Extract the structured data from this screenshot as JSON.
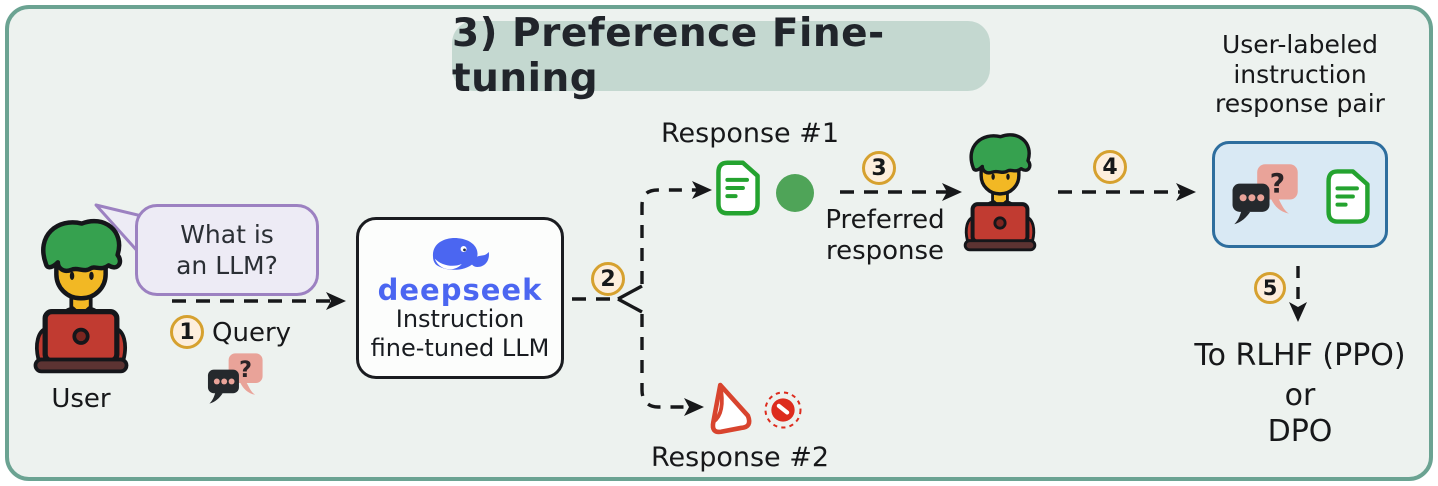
{
  "title": {
    "label": "3) Preference Fine-tuning"
  },
  "user1": {
    "label": "User",
    "speech": "What is an LLM?"
  },
  "steps": {
    "s1": {
      "num": "1",
      "label": "Query"
    },
    "s2": {
      "num": "2"
    },
    "s3": {
      "num": "3",
      "label": "Preferred response"
    },
    "s4": {
      "num": "4"
    },
    "s5": {
      "num": "5"
    }
  },
  "model": {
    "brand": "deepseek",
    "line1": "Instruction",
    "line2": "fine-tuned LLM"
  },
  "responses": {
    "r1": "Response #1",
    "r2": "Response #2"
  },
  "pair_box": {
    "label": "User-labeled instruction response pair"
  },
  "output": {
    "line1": "To RLHF (PPO)",
    "line2": "or",
    "line3": "DPO"
  },
  "icons": {
    "question_mark": "?",
    "names": [
      "laptop-user-icon",
      "chat-question-icon",
      "deepseek-whale-icon",
      "accepted-document-icon",
      "accepted-dot-icon",
      "rejected-document-icon",
      "blocked-icon"
    ]
  },
  "colors": {
    "canvas_bg": "#edf2ef",
    "frame_border": "#6ba392",
    "title_bg": "#c4d8d0",
    "deepseek_blue": "#4b66f1",
    "step_circle_border": "#d6a12f",
    "step_circle_bg": "#fdeedd",
    "accept_green": "#24a32f",
    "accept_dot": "#4fa458",
    "reject_red": "#d8442e",
    "blocked_red": "#dd2c1e",
    "speech_border": "#9c81c1",
    "speech_bg": "#edebf5",
    "pair_box_bg": "#d9e9f4",
    "pair_box_border": "#2e6e9e",
    "chat_dark": "#25292d",
    "chat_pink": "#e9a399",
    "ink": "#17181a",
    "laptop_red": "#c13b31",
    "laptop_base": "#5c3332",
    "hair_green": "#36a14f",
    "skin": "#f2b824"
  }
}
